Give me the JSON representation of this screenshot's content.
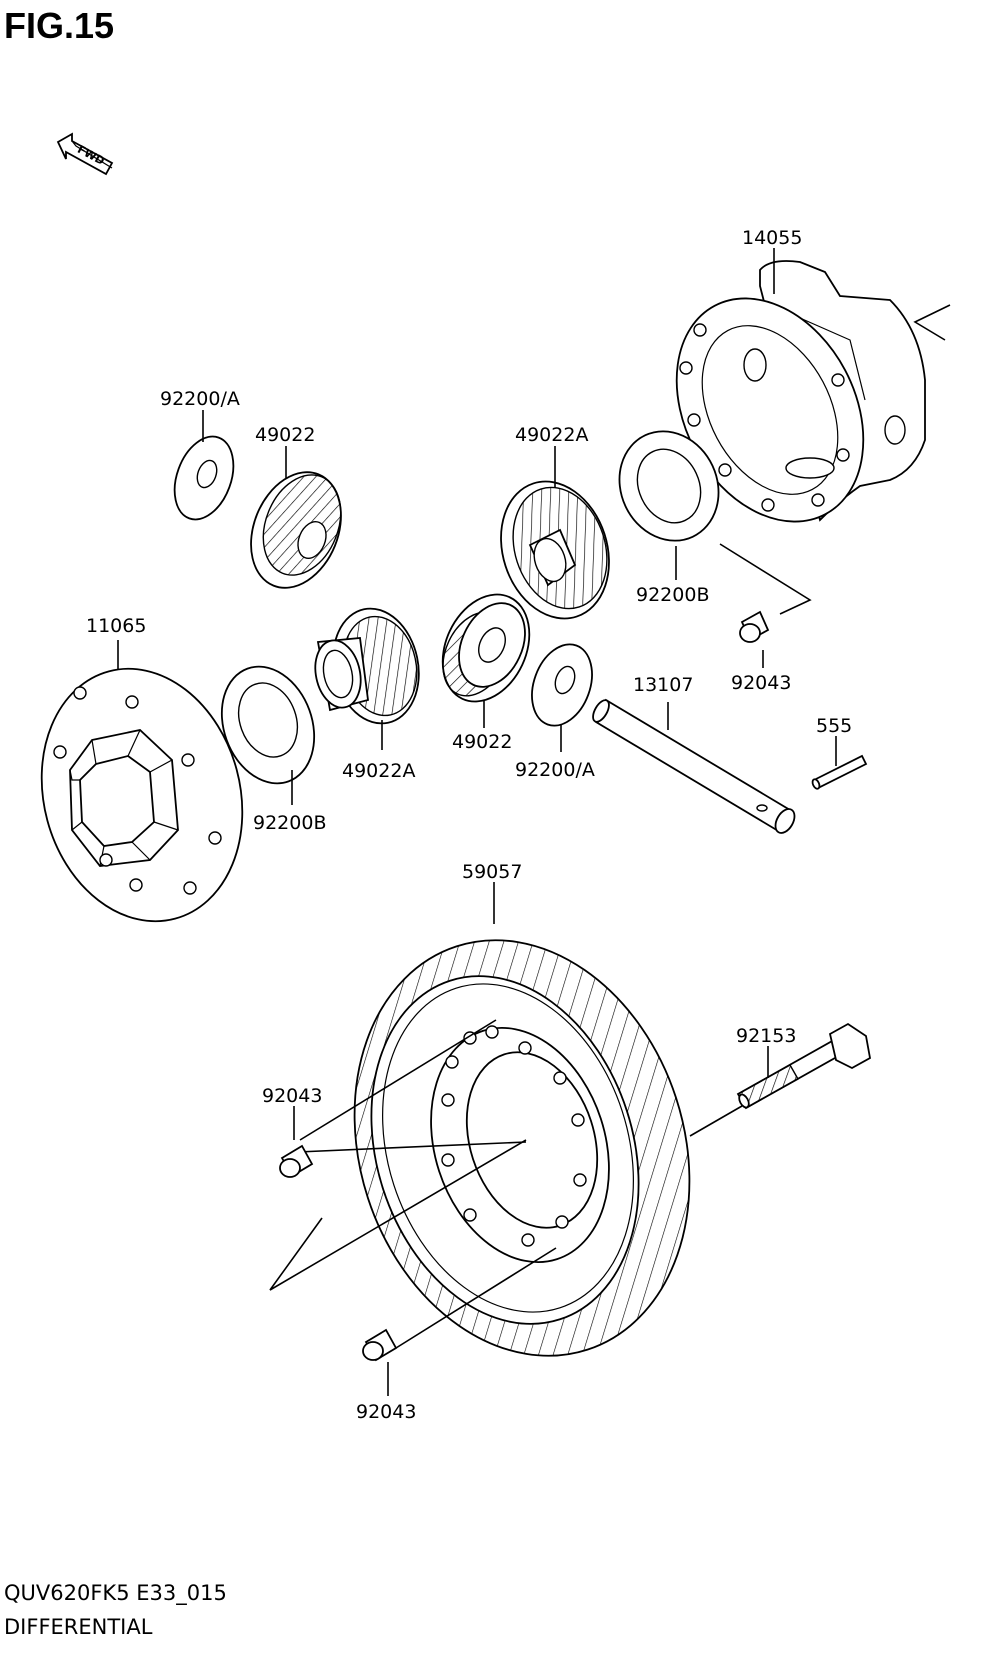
{
  "figure": {
    "title": "FIG.15",
    "fwd_label": "FWD"
  },
  "parts": {
    "p14055": "14055",
    "p92200a_top": "92200/A",
    "p49022_top": "49022",
    "p49022a_top": "49022A",
    "p92200b_right": "92200B",
    "p92043_right": "92043",
    "p11065": "11065",
    "p13107": "13107",
    "p555": "555",
    "p49022a_bottom": "49022A",
    "p49022_bottom": "49022",
    "p92200a_bottom": "92200/A",
    "p92200b_left": "92200B",
    "p59057": "59057",
    "p92153": "92153",
    "p92043_left": "92043",
    "p92043_bottom": "92043"
  },
  "footer": {
    "model_code": "QUV620FK5 E33_015",
    "section": "DIFFERENTIAL"
  }
}
